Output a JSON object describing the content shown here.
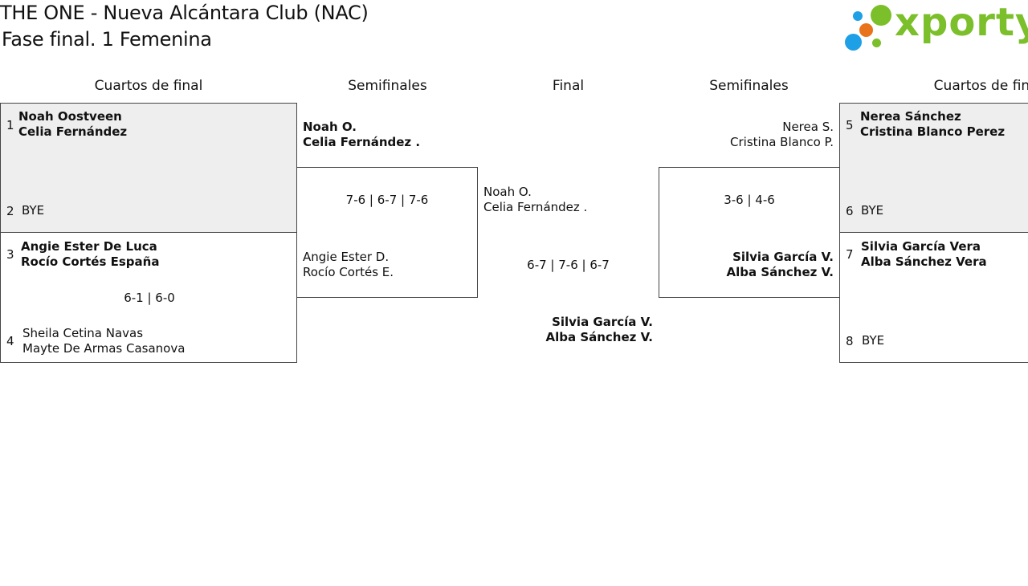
{
  "header": {
    "title": "THE ONE - Nueva Alcántara Club (NAC)",
    "subtitle": "Fase final. 1 Femenina",
    "logo_text": "xporty",
    "brand_color": "#7bbf2a"
  },
  "columns": {
    "qf_left": "Cuartos de final",
    "sf_left": "Semifinales",
    "final": "Final",
    "sf_right": "Semifinales",
    "qf_right": "Cuartos de final"
  },
  "qf_left": {
    "m1": {
      "seed_a": "1",
      "a1": "Noah Oostveen",
      "a2": "Celia Fernández",
      "seed_b": "2",
      "b1": "BYE"
    },
    "m2": {
      "seed_a": "3",
      "a1": "Angie Ester De Luca",
      "a2": "Rocío Cortés España",
      "score": "6-1 | 6-0",
      "seed_b": "4",
      "b1": "Sheila Cetina Navas",
      "b2": "Mayte De Armas Casanova"
    }
  },
  "sf_left": {
    "a1": "Noah O.",
    "a2": "Celia Fernández .",
    "score": "7-6 | 6-7 | 7-6",
    "b1": "Angie Ester D.",
    "b2": "Rocío Cortés E."
  },
  "final": {
    "a1": "Noah O.",
    "a2": "Celia Fernández .",
    "score": "6-7 | 7-6 | 6-7",
    "b1": "Silvia García V.",
    "b2": "Alba Sánchez V."
  },
  "sf_right": {
    "a1": "Nerea S.",
    "a2": "Cristina Blanco P.",
    "score": "3-6 | 4-6",
    "b1": "Silvia García V.",
    "b2": "Alba Sánchez V."
  },
  "qf_right": {
    "m1": {
      "seed_a": "5",
      "a1": "Nerea Sánchez",
      "a2": "Cristina Blanco Perez",
      "seed_b": "6",
      "b1": "BYE"
    },
    "m2": {
      "seed_a": "7",
      "a1": "Silvia García Vera",
      "a2": "Alba Sánchez Vera",
      "seed_b": "8",
      "b1": "BYE"
    }
  }
}
